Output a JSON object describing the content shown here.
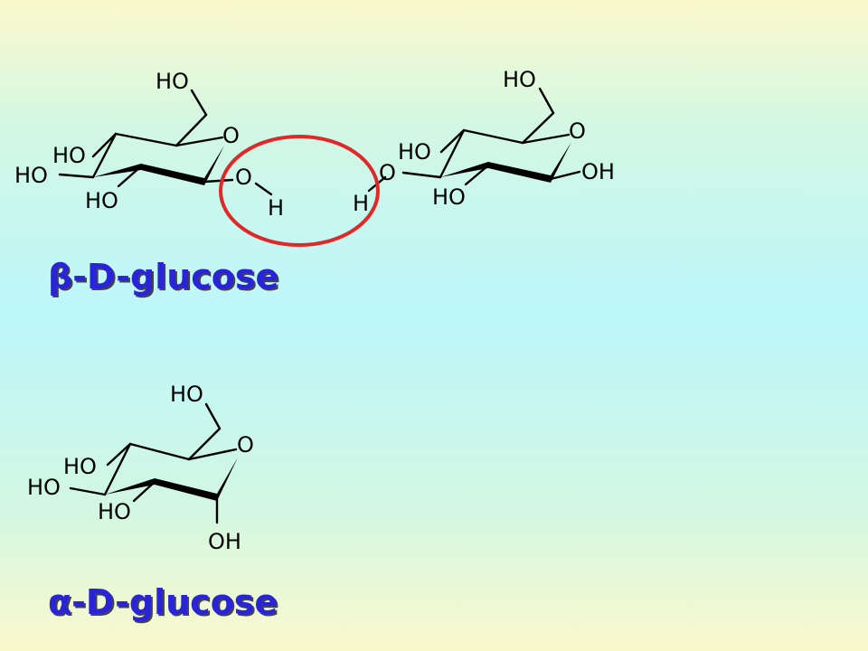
{
  "captions": {
    "beta": "β-D-glucose",
    "alpha": "α-D-glucose"
  },
  "atoms": {
    "ho": "HO",
    "oh": "OH",
    "o": "O",
    "h": "H"
  },
  "colors": {
    "caption": "#2a24d8",
    "highlight_ring": "#e02828",
    "bond": "#000000"
  }
}
